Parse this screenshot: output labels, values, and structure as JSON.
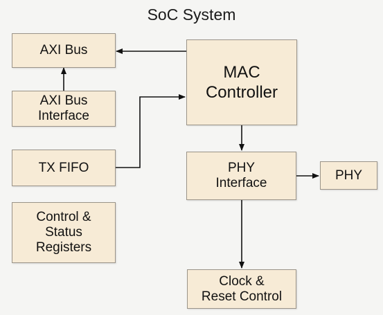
{
  "title": "SoC System",
  "blocks": {
    "axi_bus": "AXI Bus",
    "axi_bus_interface": "AXI Bus\nInterface",
    "tx_fifo": "TX FIFO",
    "control_status_registers": "Control &\nStatus\nRegisters",
    "mac_controller": "MAC\nController",
    "phy_interface": "PHY\nInterface",
    "phy": "PHY",
    "clock_reset_control": "Clock &\nReset Control"
  },
  "colors": {
    "block_fill": "#f7ebd6",
    "block_border": "#9a9388",
    "arrow": "#111111",
    "background": "#f5f5f3"
  }
}
